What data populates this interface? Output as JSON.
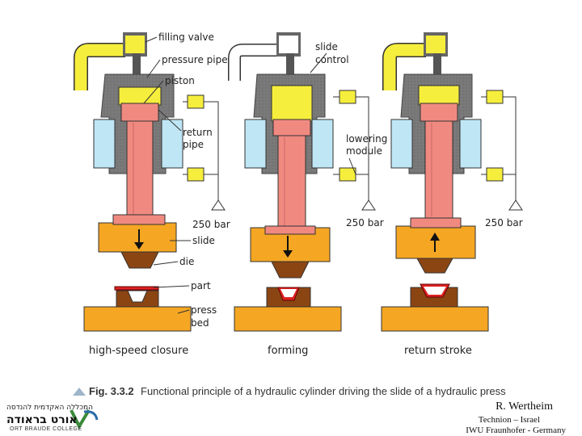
{
  "labels": {
    "filling_valve": "filling valve",
    "pressure_pipe": "pressure pipe",
    "piston": "piston",
    "return": "return",
    "pipe": "pipe",
    "slide": "slide",
    "die": "die",
    "part": "part",
    "press": "press",
    "bed": "bed",
    "slide_ctrl_1": "slide",
    "slide_ctrl_2": "control",
    "lowering_1": "lowering",
    "lowering_2": "module",
    "bar_1": "250 bar",
    "bar_2": "250 bar",
    "bar_3": "250 bar"
  },
  "captions": {
    "phase_1": "high-speed closure",
    "phase_2": "forming",
    "phase_3": "return stroke"
  },
  "figure": {
    "number": "Fig. 3.3.2",
    "title": "Functional principle of a hydraulic cylinder driving the slide of a hydraulic press"
  },
  "footer": {
    "author": "R. Wertheim",
    "institution_1": "Technion – Israel",
    "institution_2": "IWU Fraunhofer - Germany"
  },
  "logo": {
    "hebrew_line_1": "המכללה האקדמית להנדסה",
    "hebrew_line_2": "אורט בראודה",
    "english": "ORT BRAUDE COLLEGE"
  },
  "colors": {
    "cylinder_red": "#f08a80",
    "oil_yellow": "#f6ee3c",
    "slide_orange": "#f5a623",
    "bed_brown": "#8b4513",
    "housing_grey": "#8c8c8c",
    "tank_blue": "#bfe6f5"
  }
}
